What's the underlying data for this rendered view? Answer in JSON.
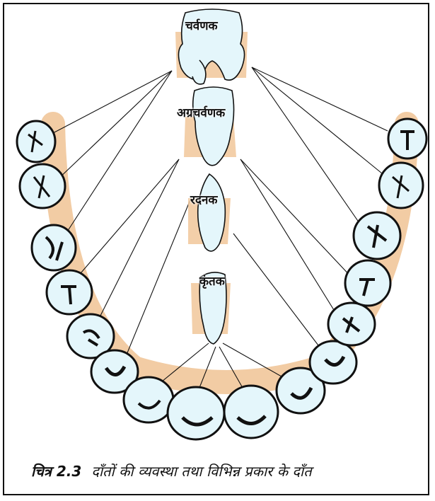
{
  "labels": {
    "molar": "चर्वणक",
    "premolar": "अग्रचर्वणक",
    "canine": "रदनक",
    "incisor": "कृंतक"
  },
  "caption": {
    "figure_number": "चित्र 2.3",
    "text": "दाँतों की व्यवस्था तथा विभिन्न प्रकार के दाँत"
  },
  "colors": {
    "tooth_fill": "#e4f6fb",
    "gum": "#f1c79a",
    "outline": "#111111"
  }
}
